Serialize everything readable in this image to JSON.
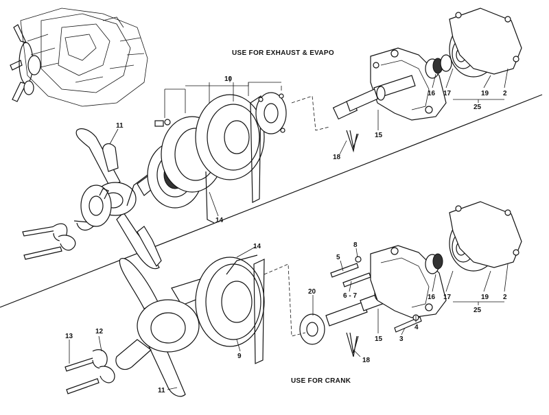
{
  "captions": {
    "top": "USE FOR EXHAUST & EVAPO",
    "bottom": "USE FOR CRANK"
  },
  "labels": {
    "p10": "10",
    "p11_top": "11",
    "p14_top": "14",
    "p15_top": "15",
    "p16_top": "16",
    "p17_top": "17",
    "p19_top": "19",
    "p2_top": "2",
    "p25_top": "25",
    "p18_top": "18",
    "p14_bot": "14",
    "p8": "8",
    "p5": "5",
    "p6_7": "6 - 7",
    "p20": "20",
    "p15_bot": "15",
    "p16_bot": "16",
    "p17_bot": "17",
    "p19_bot": "19",
    "p2_bot": "2",
    "p25_bot": "25",
    "p18_bot": "18",
    "p3": "3",
    "p4": "4",
    "p9": "9",
    "p13": "13",
    "p12": "12",
    "p11_bot": "11"
  }
}
